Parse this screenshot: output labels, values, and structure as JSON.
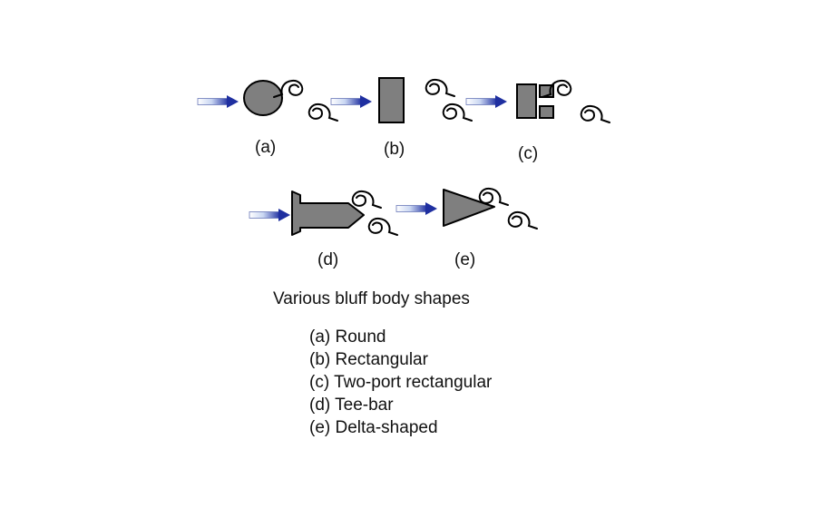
{
  "shape_labels": {
    "a": "(a)",
    "b": "(b)",
    "c": "(c)",
    "d": "(d)",
    "e": "(e)"
  },
  "caption": {
    "title": "Various bluff body shapes",
    "items": [
      "(a) Round",
      "(b) Rectangular",
      "(c) Two-port rectangular",
      "(d) Tee-bar",
      "(e) Delta-shaped"
    ]
  },
  "colors": {
    "body_fill": "#7f7f7f",
    "body_stroke": "#000000",
    "arrow_dark": "#1f2fa0",
    "arrow_light": "#ffffff",
    "vortex_stroke": "#000000"
  },
  "icons": {
    "flow_arrow": "flow-arrow-icon",
    "vortex": "vortex-swirl-icon"
  }
}
